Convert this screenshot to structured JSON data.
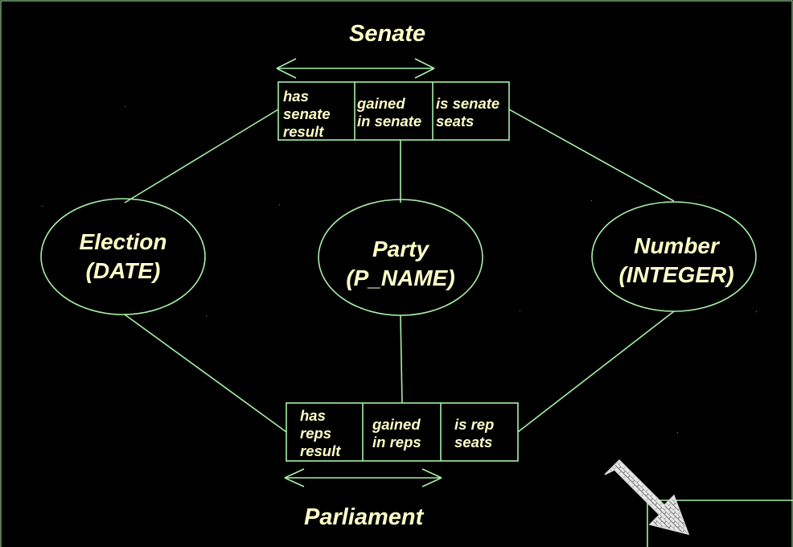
{
  "colors": {
    "background": "#000000",
    "stroke": "#a8f0a8",
    "text": "#ffffc8"
  },
  "labels": {
    "senate": "Senate",
    "parliament": "Parliament"
  },
  "entities": {
    "election": {
      "line1": "Election",
      "line2": "(DATE)"
    },
    "party": {
      "line1": "Party",
      "line2": "(P_NAME)"
    },
    "number": {
      "line1": "Number",
      "line2": "(INTEGER)"
    }
  },
  "senate_box": [
    {
      "text": "has\nsenate\nresult"
    },
    {
      "text": "gained\nin senate"
    },
    {
      "text": "is senate\nseats"
    }
  ],
  "reps_box": [
    {
      "text": "has\nreps\nresult"
    },
    {
      "text": "gained\nin reps"
    },
    {
      "text": "is rep\nseats"
    }
  ],
  "icons": {
    "corner_arrow": "diagonal-arrow-icon"
  }
}
